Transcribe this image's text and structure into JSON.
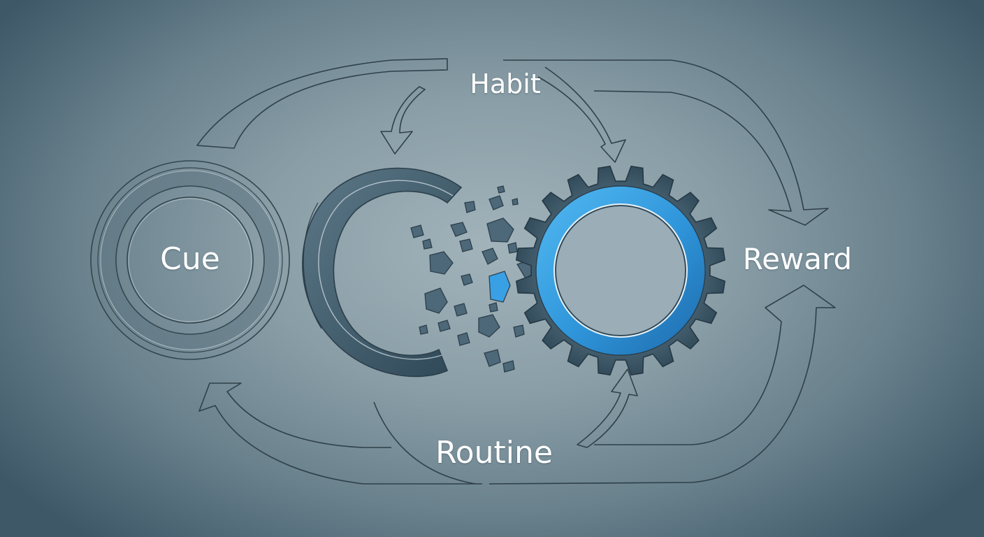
{
  "labels": {
    "habit": "Habit",
    "cue": "Cue",
    "reward": "Reward",
    "routine": "Routine"
  },
  "colors": {
    "accent_blue": "#2f9be0",
    "gear_dark": "#3e5a6c",
    "line": "#33464f",
    "fragment": "#4d6878"
  },
  "icons": [
    "cue-ring-icon",
    "broken-ring-icon",
    "gear-icon",
    "fragments-icon",
    "cycle-arrow-icon"
  ]
}
